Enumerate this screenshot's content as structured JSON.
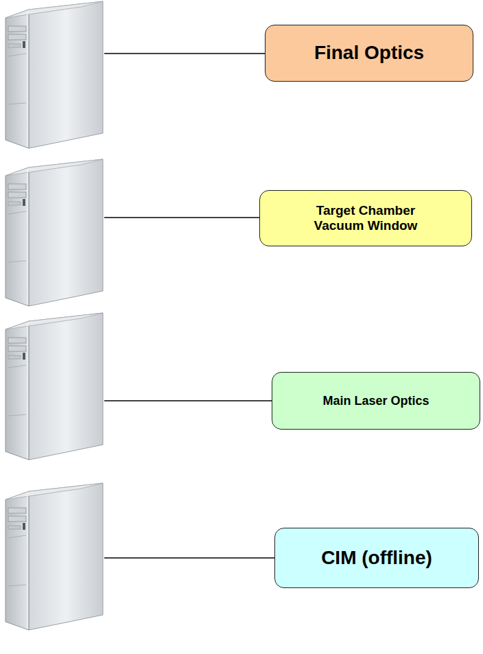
{
  "diagram": {
    "nodes": [
      {
        "text": [
          "Final Optics"
        ]
      },
      {
        "text": [
          "Target Chamber Vacuum Window"
        ]
      },
      {
        "text": [
          "Main Laser Optics"
        ]
      },
      {
        "text": [
          "CIM (offline)"
        ]
      }
    ]
  }
}
